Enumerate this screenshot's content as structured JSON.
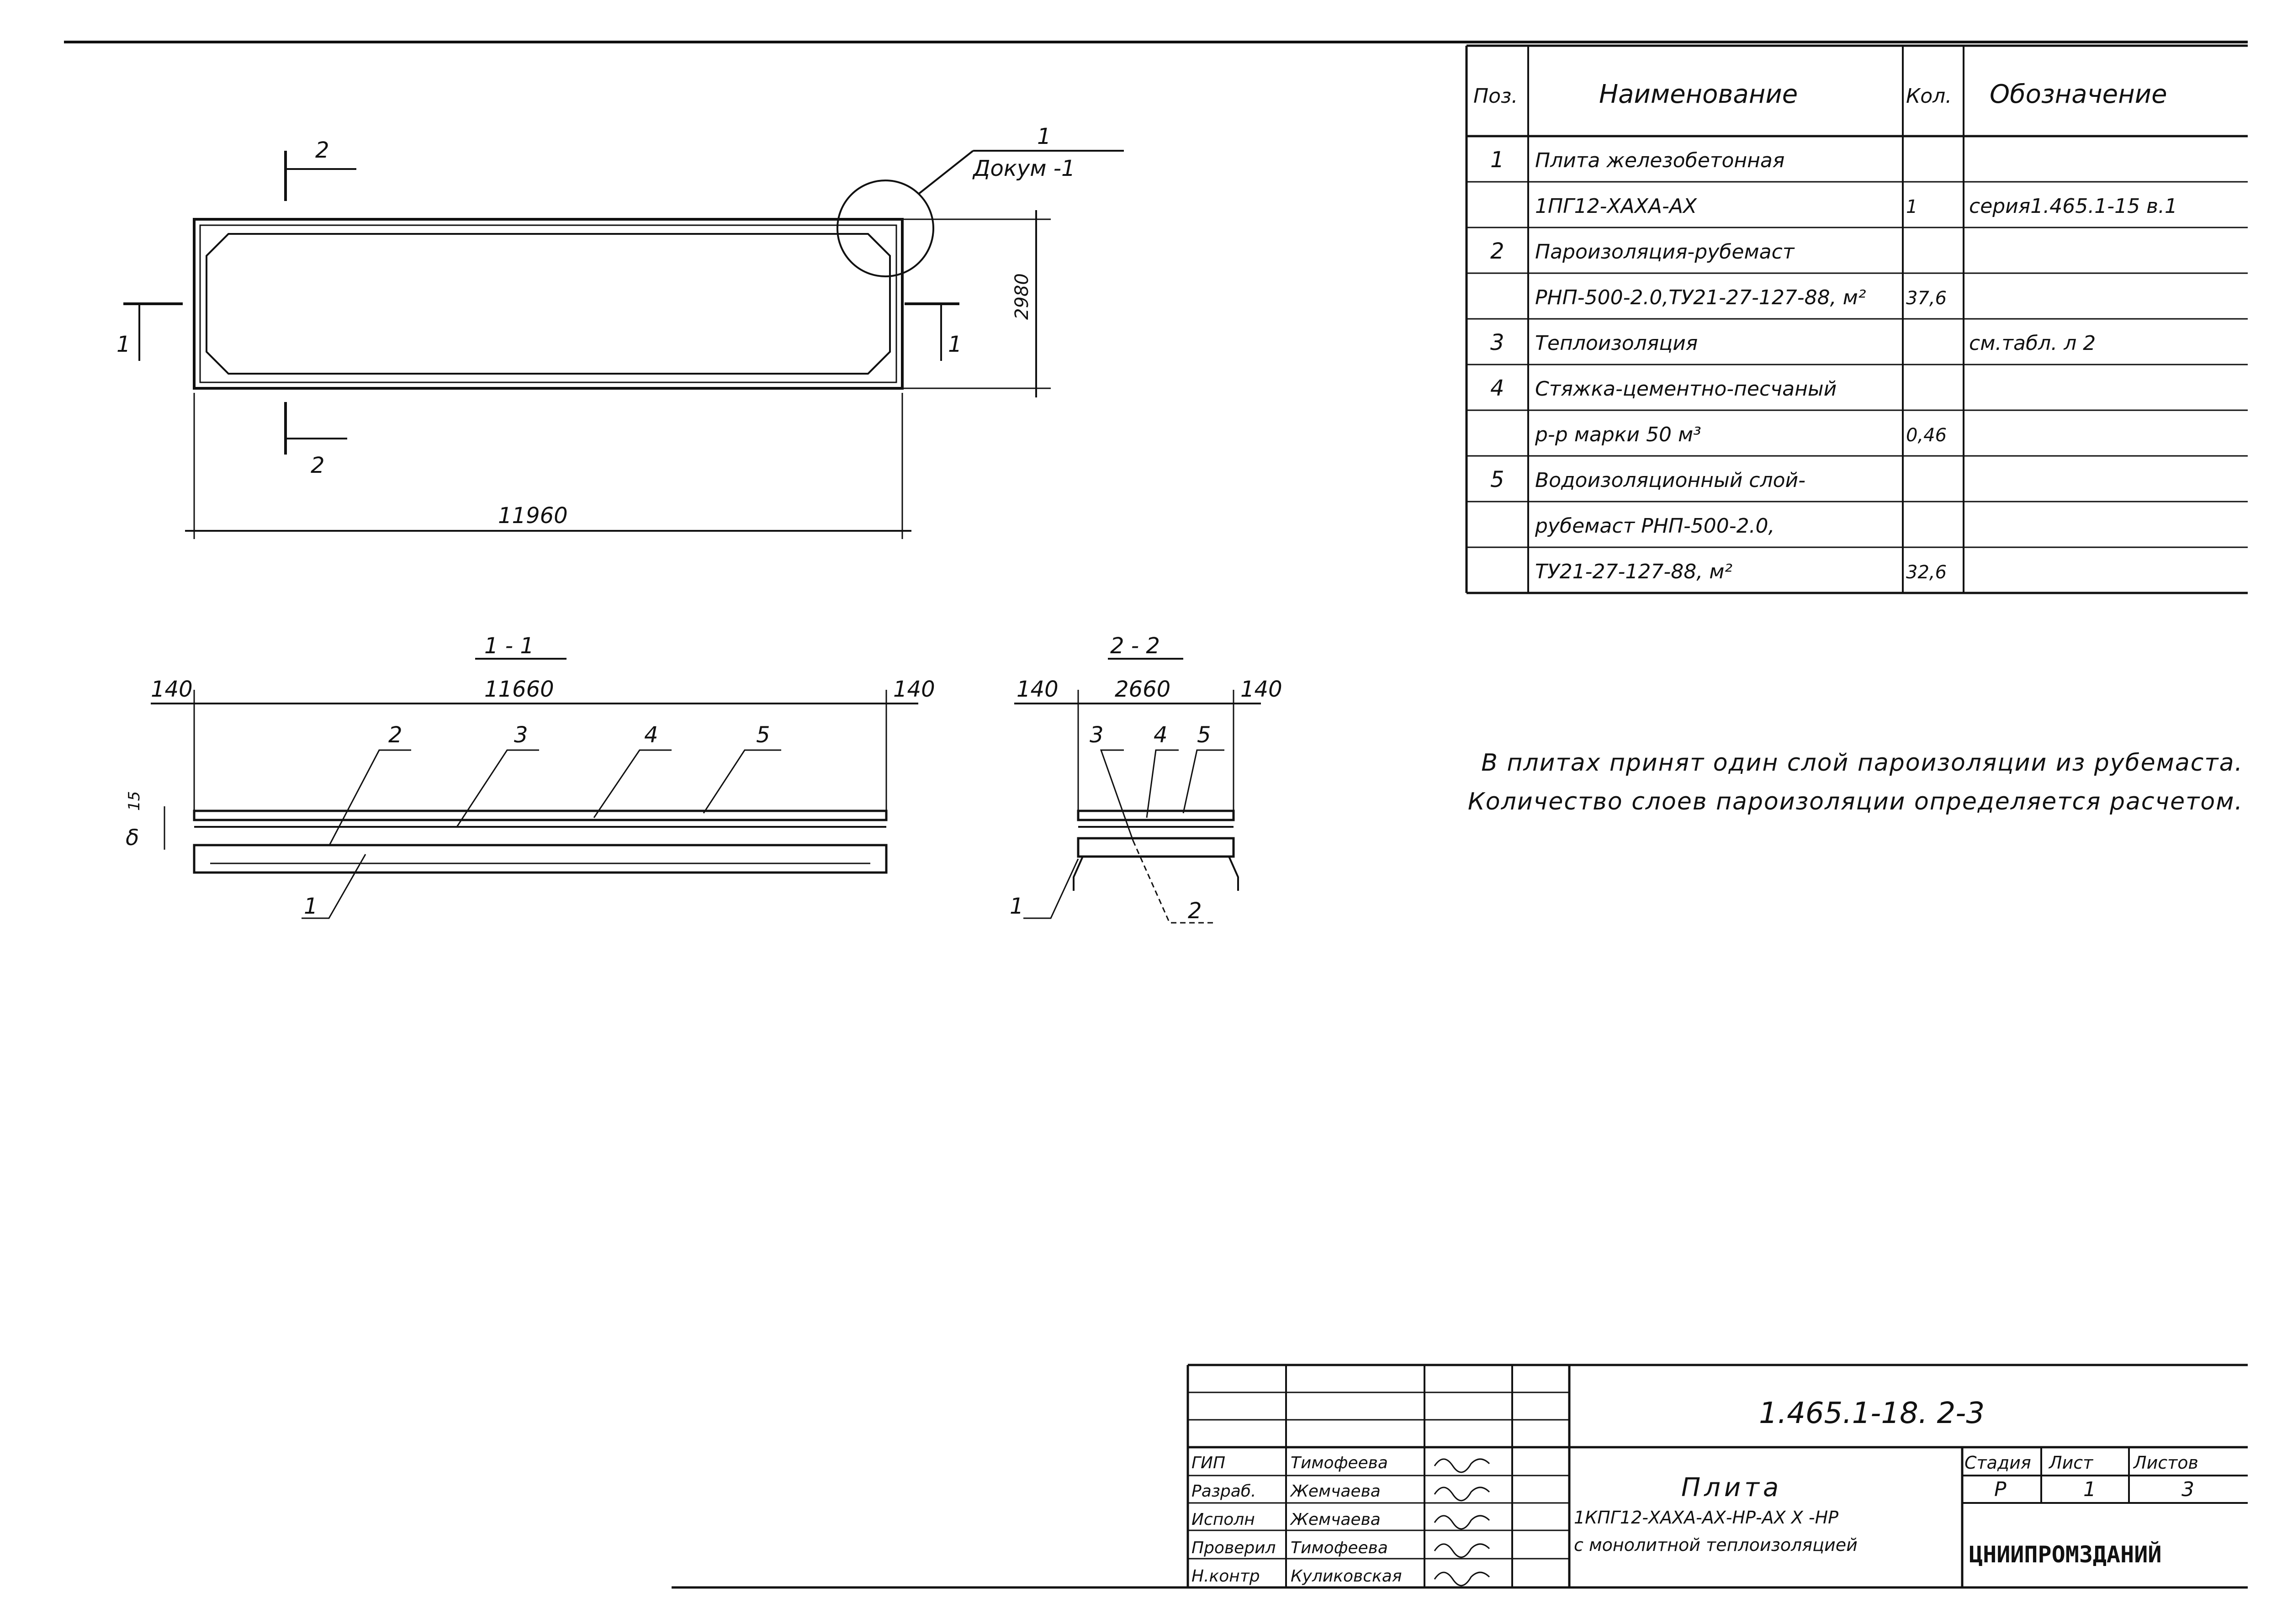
{
  "plan_view": {
    "callout_num": "1",
    "callout_doc": "Докум -1",
    "section_2_top": "2",
    "section_2_bottom": "2",
    "section_1_left": "1",
    "section_1_right": "1",
    "dim_width": "2980",
    "dim_length": "11960"
  },
  "section_1": {
    "title": "1 - 1",
    "dim_left": "140",
    "dim_mid": "11660",
    "dim_right": "140",
    "dim_small_a": "15",
    "dim_small_b": "δ",
    "leaders": [
      "2",
      "3",
      "4",
      "5"
    ],
    "bottom_leader": "1"
  },
  "section_2": {
    "title": "2 - 2",
    "dim_left": "140",
    "dim_mid": "2660",
    "dim_right": "140",
    "leaders": [
      "3",
      "4",
      "5"
    ],
    "bottom_leader_1": "1",
    "bottom_leader_2": "2"
  },
  "spec_table": {
    "headers": [
      "Поз.",
      "Наименование",
      "Кол.",
      "Обозначение"
    ],
    "rows": [
      [
        "1",
        "Плита железобетонная",
        "",
        ""
      ],
      [
        "",
        "1ПГ12-ХАХА-АХ",
        "1",
        "серия1.465.1-15 в.1"
      ],
      [
        "2",
        "Пароизоляция-рубемаст",
        "",
        ""
      ],
      [
        "",
        "РНП-500-2.0,ТУ21-27-127-88, м²",
        "37,6",
        ""
      ],
      [
        "3",
        "Теплоизоляция",
        "",
        "см.табл. л 2"
      ],
      [
        "4",
        "Стяжка-цементно-песчаный",
        "",
        ""
      ],
      [
        "",
        "р-р марки 50           м³",
        "0,46",
        ""
      ],
      [
        "5",
        "Водоизоляционный слой-",
        "",
        ""
      ],
      [
        "",
        "рубемаст РНП-500-2.0,",
        "",
        ""
      ],
      [
        "",
        "ТУ21-27-127-88,       м²",
        "32,6",
        ""
      ]
    ]
  },
  "note": {
    "line1": "В плитах принят один слой пароизоляции из рубемаста.",
    "line2": "Количество слоев пароизоляции определяется расчетом."
  },
  "title_block": {
    "code": "1.465.1-18. 2-3",
    "name1": "Плита",
    "name2": "1КПГ12-ХАХА-АХ-НР-АХ Х -НР",
    "name3": "с монолитной теплоизоляцией",
    "stage_header": "Стадия",
    "sheet_header": "Лист",
    "sheets_header": "Листов",
    "stage": "Р",
    "sheet": "1",
    "sheets": "3",
    "org": "ЦНИИПРОМЗДАНИЙ",
    "roles": [
      {
        "role": "ГИП",
        "name": "Тимофеева"
      },
      {
        "role": "Разраб.",
        "name": "Жемчаева"
      },
      {
        "role": "Исполн",
        "name": "Жемчаева"
      },
      {
        "role": "Проверил",
        "name": "Тимофеева"
      },
      {
        "role": "Н.контр",
        "name": "Куликовская"
      }
    ]
  }
}
